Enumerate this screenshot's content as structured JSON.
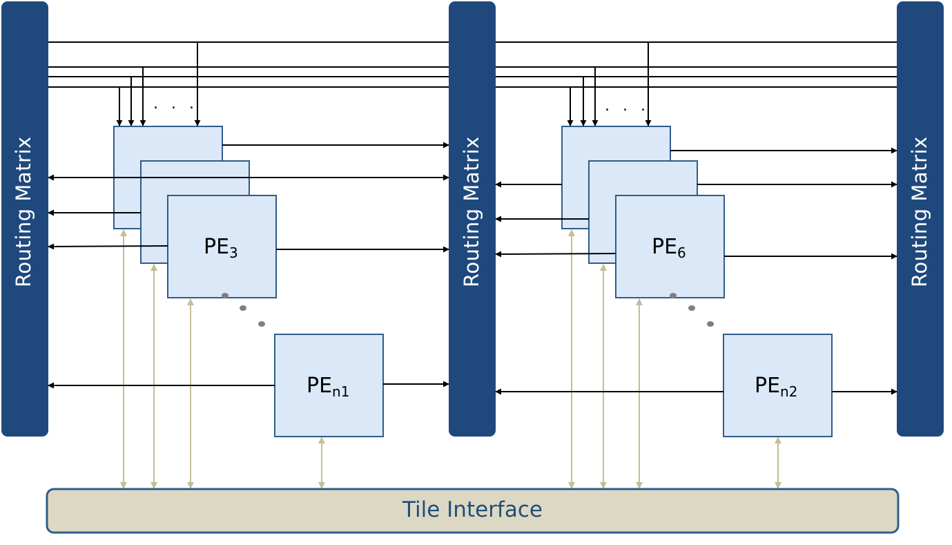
{
  "routing_matrices": [
    {
      "label": "Routing Matrix"
    },
    {
      "label": "Routing Matrix"
    },
    {
      "label": "Routing Matrix"
    }
  ],
  "processing_elements": {
    "group1_top": {
      "base": "PE",
      "sub": "3"
    },
    "group1_bottom": {
      "base": "PE",
      "sub": "n1"
    },
    "group2_top": {
      "base": "PE",
      "sub": "6"
    },
    "group2_bottom": {
      "base": "PE",
      "sub": "n2"
    }
  },
  "bus_ellipsis": ". . .",
  "tile_interface": {
    "label": "Tile Interface"
  },
  "colors": {
    "routing_matrix_fill": "#1f497d",
    "pe_fill": "#dbe8f7",
    "pe_stroke": "#2e5c8a",
    "tile_fill": "#ddd8c3",
    "tile_stroke": "#2e5c8a",
    "tile_text": "#1f4e79",
    "interface_arrow": "#c4bd97",
    "dot": "#7f7f7f"
  }
}
